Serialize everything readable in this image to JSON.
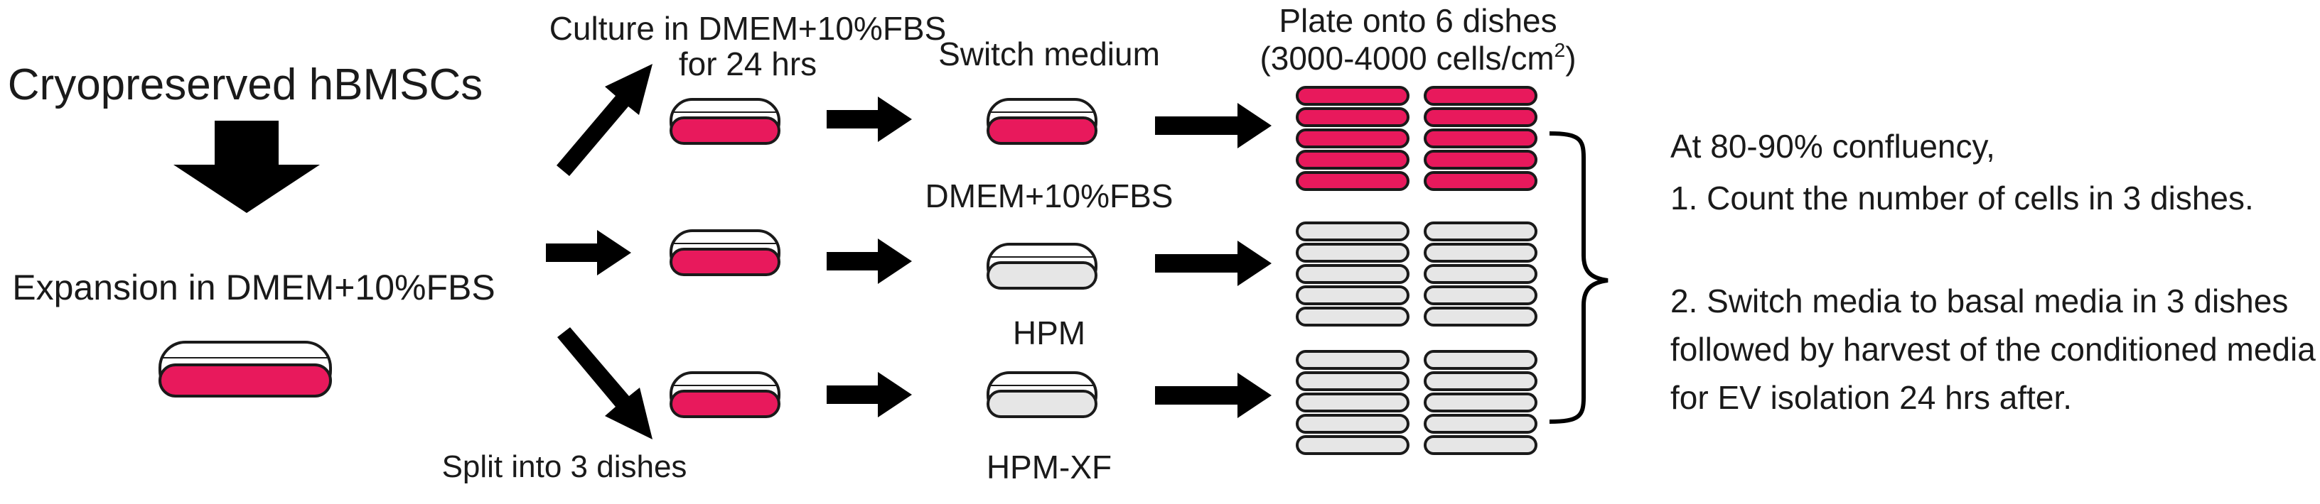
{
  "labels": {
    "cryopreserved": "Cryopreserved hBMSCs",
    "expansion": "Expansion in DMEM+10%FBS",
    "culture_line1": "Culture in DMEM+10%FBS",
    "culture_line2": "for 24 hrs",
    "split": "Split into 3 dishes",
    "switch_medium": "Switch medium",
    "medium_dmem": "DMEM+10%FBS",
    "medium_hpm": "HPM",
    "medium_hpmxf": "HPM-XF",
    "plate_line1": "Plate onto 6 dishes",
    "plate_line2_prefix": "(3000-4000 cells/cm",
    "plate_line2_sup": "2",
    "plate_line2_suffix": ")"
  },
  "notes": {
    "line1": "At 80-90% confluency,",
    "line2": "1. Count the number of cells in 3 dishes.",
    "line3": "2. Switch media to basal media in 3 dishes",
    "line4": "followed by harvest of the conditioned media",
    "line5": "for EV isolation 24 hrs after."
  },
  "colors": {
    "medium_red": "#e8195c",
    "medium_grey": "#e6e6e6",
    "dish_stroke": "#1a1a1a",
    "arrow": "#000000",
    "text": "#1a1a1a"
  },
  "icons": [
    "down-arrow-icon",
    "right-arrow-icon",
    "diagonal-arrow-icon",
    "petri-dish-icon",
    "dish-stack-icon",
    "curly-brace-icon"
  ]
}
